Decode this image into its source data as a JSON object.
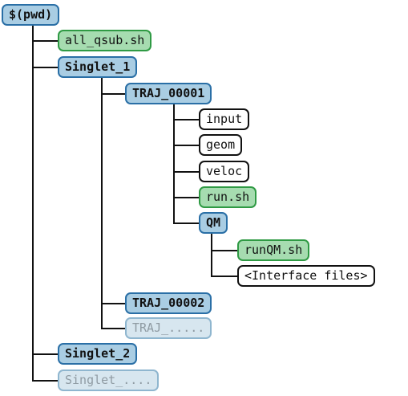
{
  "tree": {
    "root": "$(pwd)",
    "items": {
      "all_qsub": "all_qsub.sh",
      "singlet1": "Singlet_1",
      "traj00001": "TRAJ_00001",
      "input": "input",
      "geom": "geom",
      "veloc": "veloc",
      "run": "run.sh",
      "qm": "QM",
      "runqm": "runQM.sh",
      "iface": "<Interface files>",
      "traj00002": "TRAJ_00002",
      "trajmore": "TRAJ_.....",
      "singlet2": "Singlet_2",
      "singletmore": "Singlet_...."
    }
  },
  "colors": {
    "folder_fill": "#a9cde3",
    "folder_border": "#2a6fa6",
    "script_fill": "#a6dcb0",
    "script_border": "#2f9a44",
    "file_fill": "#ffffff",
    "file_border": "#111111",
    "ghost_fill": "#d7e6ef",
    "ghost_border": "#8fb6cf",
    "connector": "#111111"
  }
}
